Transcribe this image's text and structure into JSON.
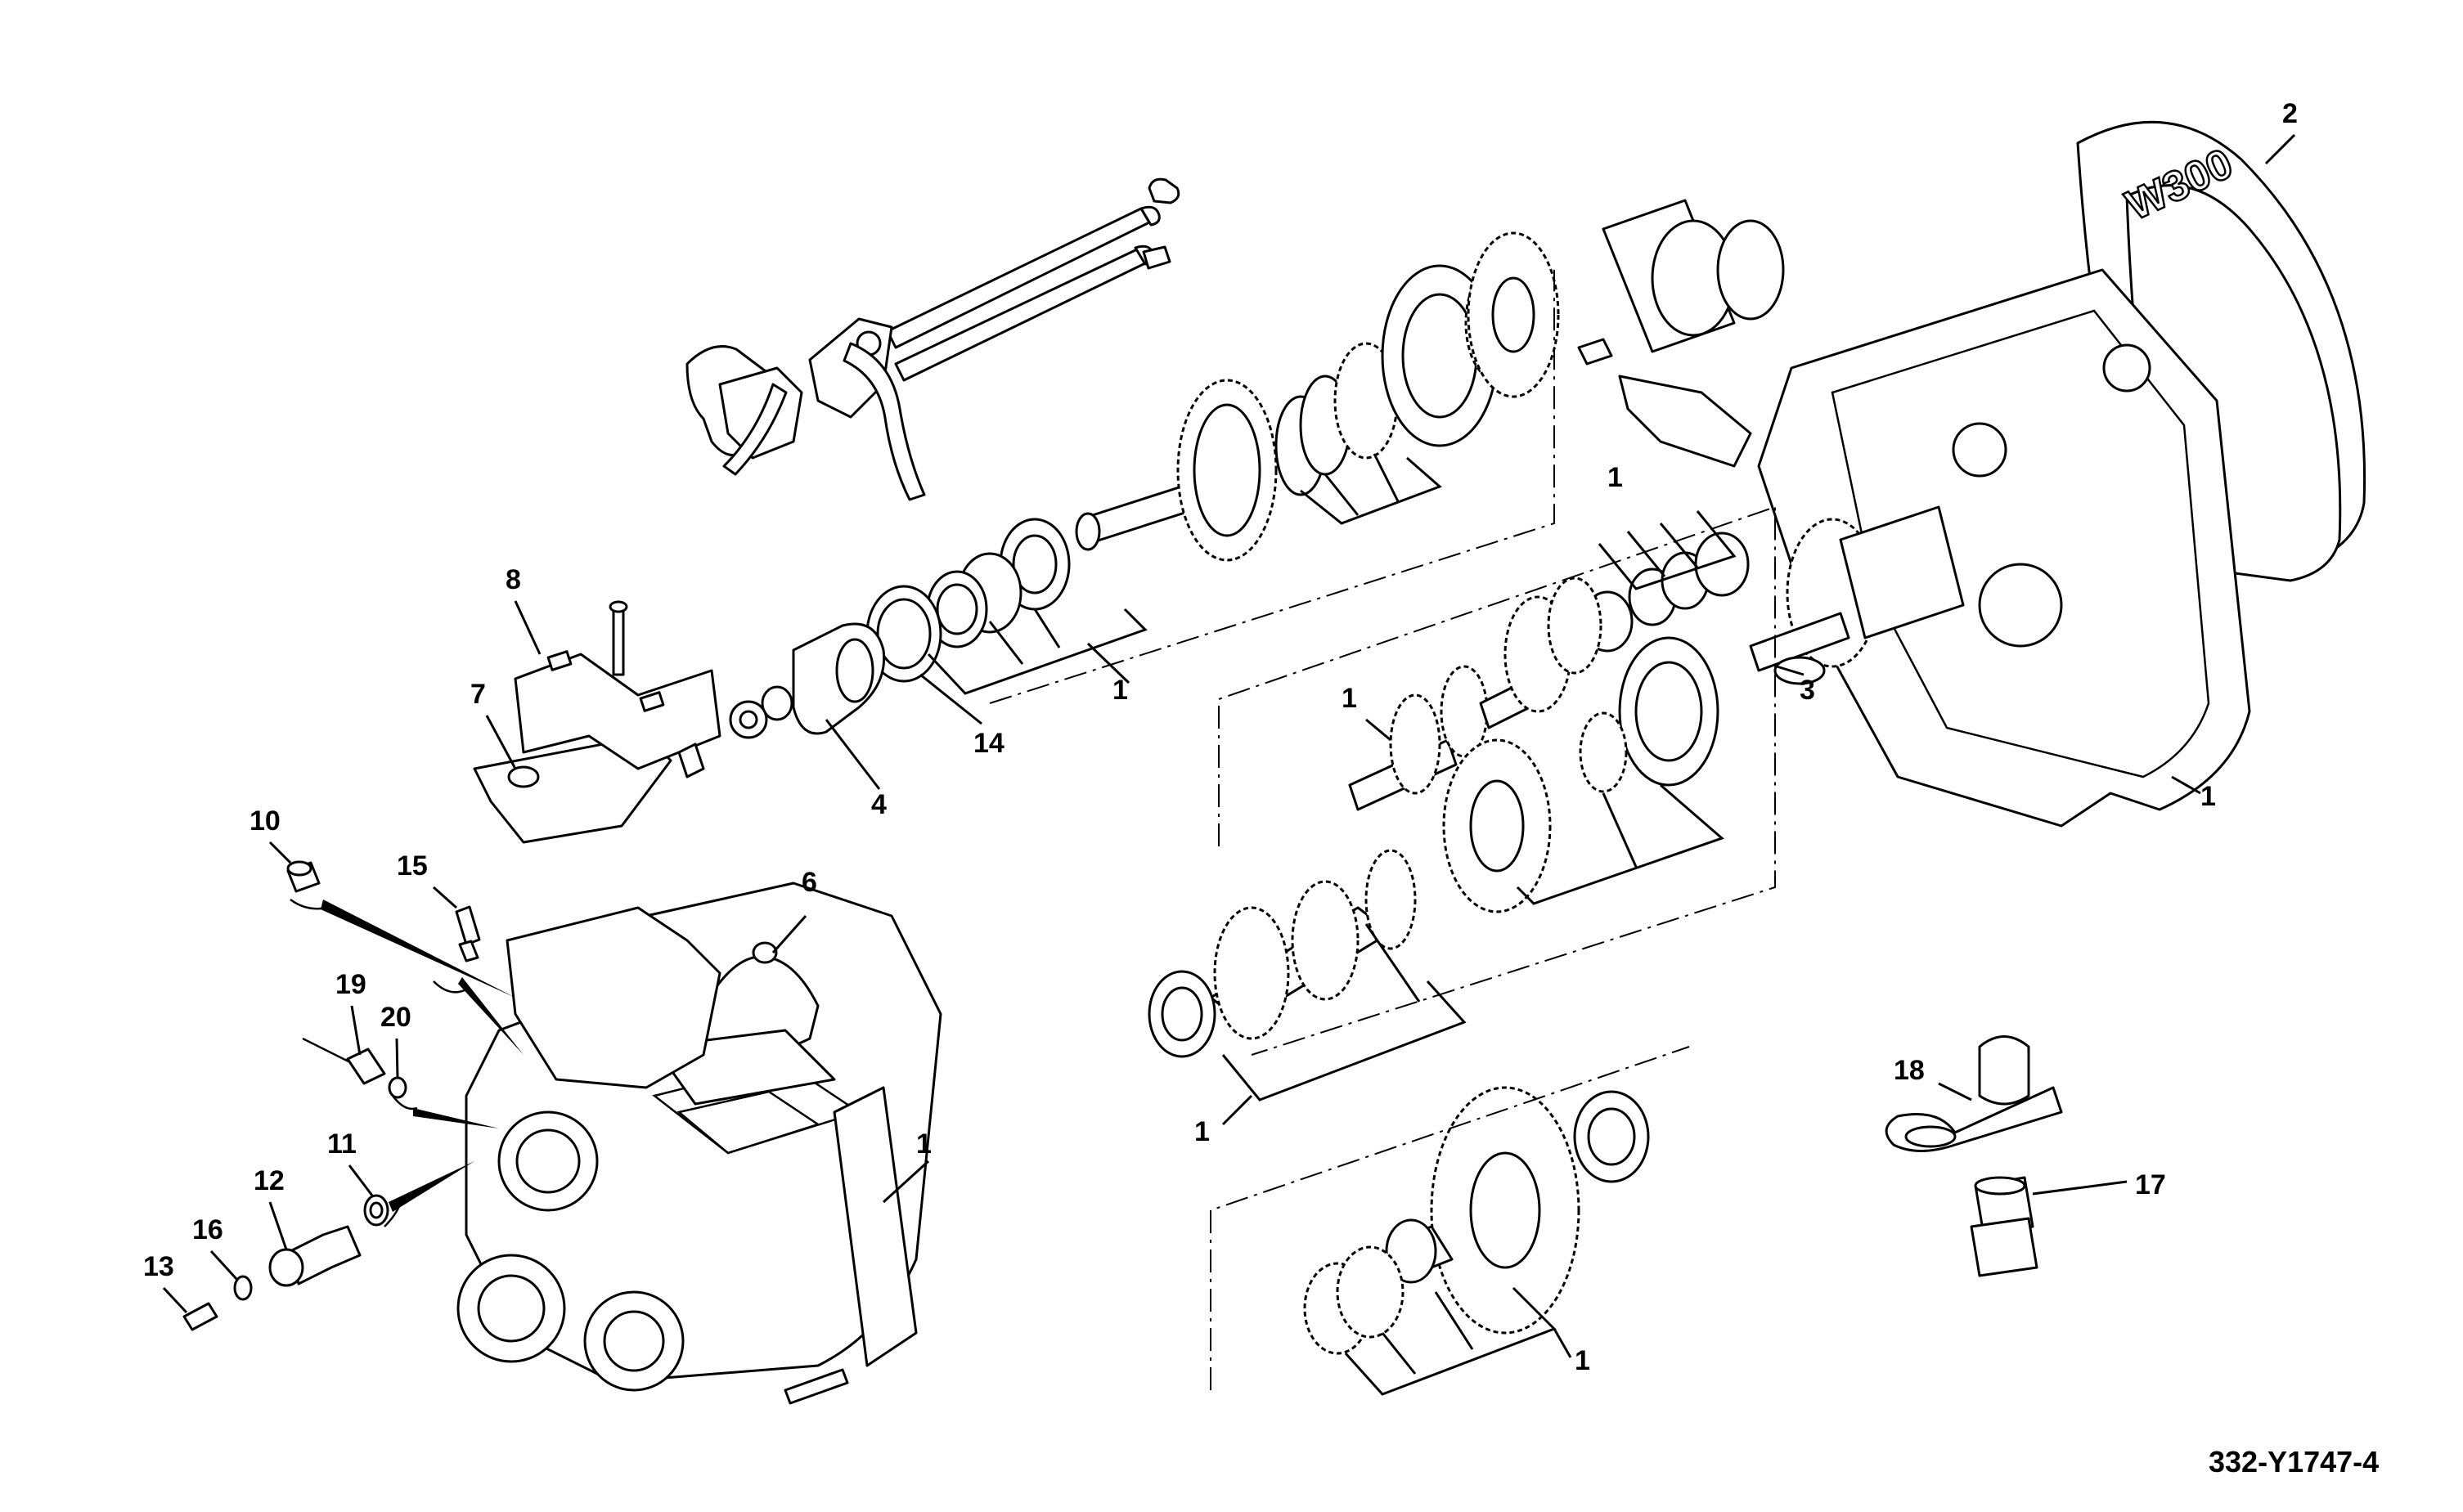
{
  "drawing": {
    "reference_number": "332-Y1747-4",
    "housing_marking": "W300"
  },
  "callouts": {
    "c1_housing_left": "1",
    "c1_shaft_upper_bearings": "1",
    "c1_shaft_upper_gears": "1",
    "c1_rear_housing": "1",
    "c1_mid_bearings": "1",
    "c1_mainshaft": "1",
    "c1_countershaft": "1",
    "c1_idler": "1",
    "c2_bell_housing": "2",
    "c3_input_shaft": "3",
    "c4_yoke": "4",
    "c6_breather": "6",
    "c7_manifold_plate": "7",
    "c8_solenoid_valve": "8",
    "c10_plug": "10",
    "c11_washer": "11",
    "c12_sender": "12",
    "c13_nipple": "13",
    "c14_oil_seal": "14",
    "c15_switch": "15",
    "c16_o_ring": "16",
    "c17_adapter": "17",
    "c18_strap": "18",
    "c19_temp_sensor": "19",
    "c20_seal": "20"
  }
}
